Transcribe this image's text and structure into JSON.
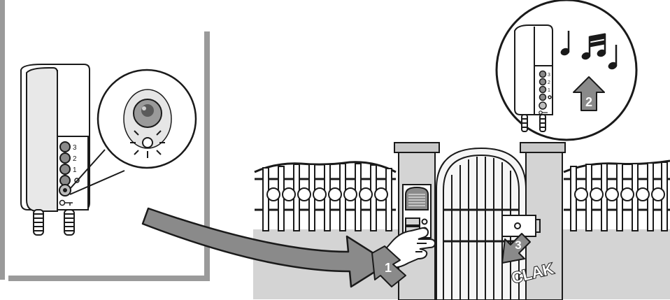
{
  "handset_left": {
    "button_labels": [
      "3",
      "2",
      "1"
    ],
    "key_icon": "key-icon"
  },
  "handset_zoom": {
    "button_labels": [
      "3",
      "2",
      "1"
    ],
    "key_icon": "key-icon"
  },
  "steps": {
    "step1": "1",
    "step2": "2",
    "step3": "3"
  },
  "sound_text": "CLAK",
  "icons": {
    "music": "music-notes-icon",
    "led": "led-light-icon",
    "hand": "pressing-hand-icon",
    "arrow": "curved-arrow-icon"
  },
  "colors": {
    "outline": "#1a1a1a",
    "fill_grey": "#8a8a8a",
    "light_grey": "#d4d4d4",
    "wall": "#9a9a9a"
  }
}
